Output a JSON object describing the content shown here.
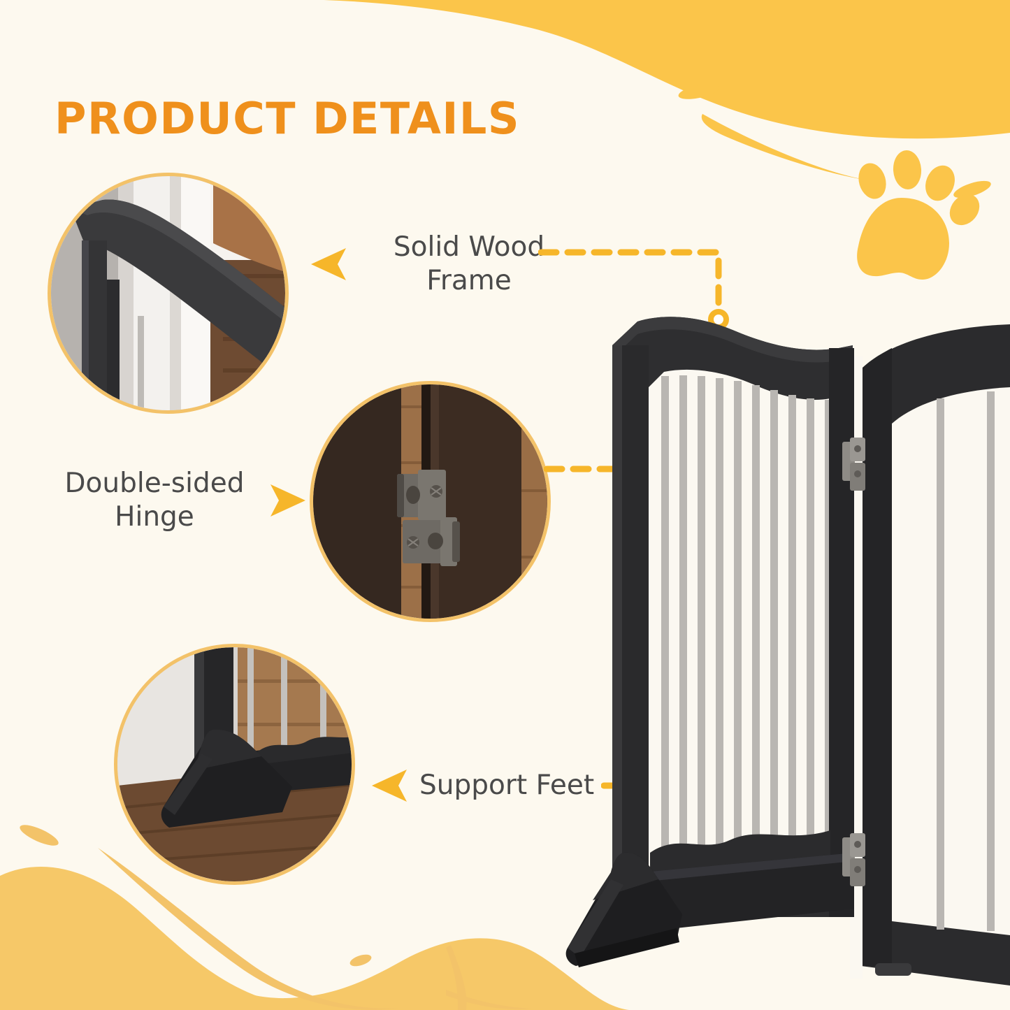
{
  "header": {
    "title": "PRODUCT DETAILS"
  },
  "theme": {
    "background": "#FDF9EF",
    "title_orange": "#EF901C",
    "accent_amber": "#F6B62A",
    "accent_light": "#F7C95F",
    "circle_border": "#F3C269",
    "wave_primary": "#FBC54A",
    "wave_secondary": "#F5C766",
    "text_gray": "#4A4A4A",
    "frame_black": "#2E2E30",
    "bar_silver": "#B4B4B4"
  },
  "callouts": [
    {
      "id": "solid-wood-frame",
      "label": "Solid Wood\nFrame",
      "arrow_direction": "left",
      "connector": "l-shape-down"
    },
    {
      "id": "double-sided-hinge",
      "label": "Double-sided\nHinge",
      "arrow_direction": "right",
      "connector": "straight-horizontal"
    },
    {
      "id": "support-feet",
      "label": "Support Feet",
      "arrow_direction": "left",
      "connector": "l-shape-down"
    }
  ],
  "detail_photos": [
    {
      "id": "frame-closeup",
      "caption_ref": "Solid Wood Frame",
      "scene": "black arched wood top rail against white door trim with wood floor"
    },
    {
      "id": "hinge-closeup",
      "caption_ref": "Double-sided Hinge",
      "scene": "two metal double-sided hinge plates joining dark brown panels over wood floor"
    },
    {
      "id": "feet-closeup",
      "caption_ref": "Support Feet",
      "scene": "angled black support foot on wood floor at base of gate"
    }
  ],
  "product": {
    "name": "folding pet gate",
    "panel_count": 2,
    "front_panel_bars": 10,
    "side_panel_bars": 3,
    "hinge_count": 2,
    "has_support_foot": true
  },
  "decor": {
    "paw_print_toes": 4,
    "wave_top_right": true,
    "wave_bottom_left": true,
    "leaf_accents": 4
  }
}
